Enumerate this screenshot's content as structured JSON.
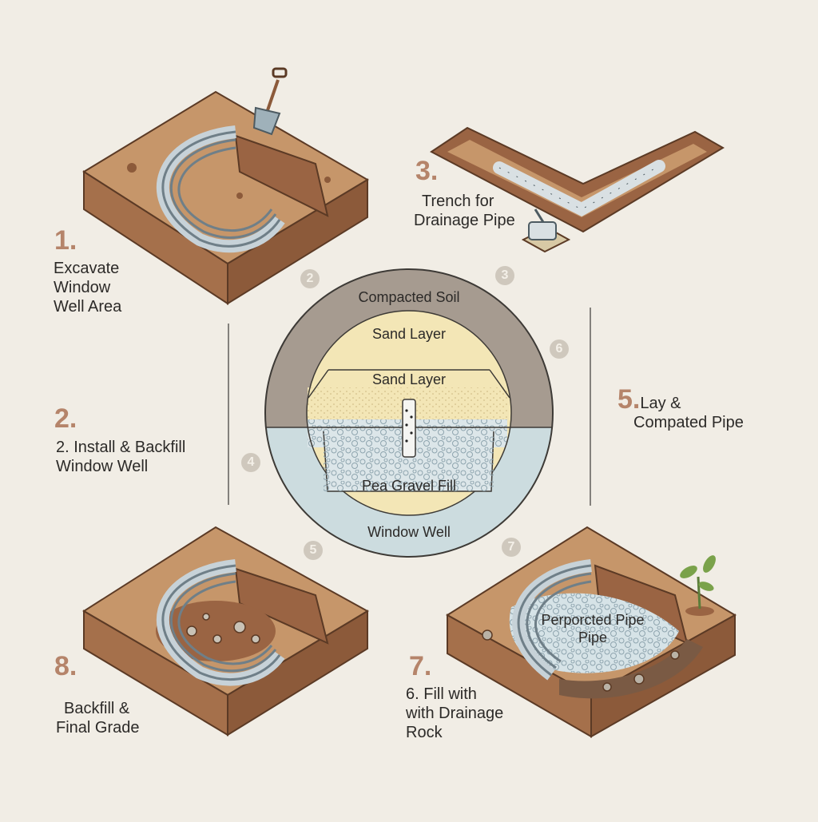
{
  "steps": {
    "s1": {
      "num": "1.",
      "text": [
        "Excavate",
        "Window",
        "Well Area"
      ]
    },
    "s2": {
      "num": "2.",
      "text": [
        "2. Install & Backfill",
        "Window Well"
      ]
    },
    "s3": {
      "num": "3.",
      "text": [
        "Trench for",
        "Drainage Pipe"
      ]
    },
    "s5": {
      "num": "5.",
      "text": [
        "Lay &",
        "Compated Pipe"
      ]
    },
    "s7": {
      "num": "7.",
      "text": [
        "6. Fill with",
        "with Drainage",
        "Rock"
      ]
    },
    "s8": {
      "num": "8.",
      "text": [
        "Backfill &",
        "Final Grade"
      ]
    }
  },
  "badges": [
    "2",
    "3",
    "6",
    "4",
    "5",
    "7"
  ],
  "cross_section": {
    "layers": [
      "Compacted Soil",
      "Sand Layer",
      "Sand Layer",
      "Pea Gravel Fill",
      "Window Well"
    ]
  },
  "tile_labels": {
    "bottom_right": [
      "Perporcted Pipe",
      "Pipe"
    ]
  },
  "colors": {
    "background": "#f1ede5",
    "soil": "#b98a62",
    "soil_dark": "#8c5a3a",
    "metal": "#c7d2d8",
    "sand": "#f3e6b6",
    "gravel": "#c6d6dc",
    "accent": "#b5846a"
  }
}
